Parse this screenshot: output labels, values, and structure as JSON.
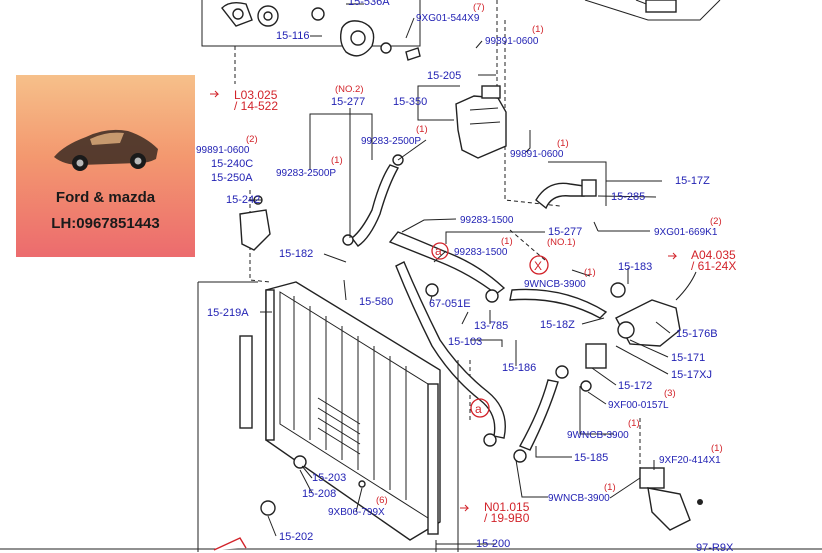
{
  "badge": {
    "line1": "Ford & mazda",
    "line2": "LH:0967851443"
  },
  "colors": {
    "part_number": "#2323b4",
    "quantity": "#d2232a",
    "badge_top": "#f6c08a",
    "badge_bottom": "#ec6b6e"
  },
  "labels": {
    "l_15536a": "15-536A",
    "l_9xg01544x9": "9XG01-544X9",
    "q_7": "(7)",
    "l_15116": "15-116",
    "q_1a": "(1)",
    "l_99891a": "99891-0600",
    "l_15205": "15-205",
    "ref_l03": "L03.025",
    "ref_l03b": "/ 14-522",
    "q_no2": "(NO.2)",
    "l_15277a": "15-277",
    "l_15350": "15-350",
    "q_1b": "(1)",
    "l_99283a": "99283-2500P",
    "q_2a": "(2)",
    "l_99891b": "99891-0600",
    "l_15240c": "15-240C",
    "l_15250a": "15-250A",
    "q_1c": "(1)",
    "l_99283b": "99283-2500P",
    "q_1d": "(1)",
    "l_99891c": "99891-0600",
    "l_1517z": "15-17Z",
    "l_15285": "15-285",
    "l_15242": "15-242",
    "l_99283c": "99283-1500",
    "l_15277b": "15-277",
    "q_no1": "(NO.1)",
    "q_2b": "(2)",
    "l_9xg01669": "9XG01-669K1",
    "q_1e": "(1)",
    "l_99283d": "99283-1500",
    "l_15182a": "15-182",
    "ref_a04": "A04.035",
    "ref_a04b": "/ 61-24X",
    "q_1f": "(1)",
    "l_15183": "15-183",
    "l_9wncb_a": "9WNCB-3900",
    "l_67051e": "67-051E",
    "l_15580": "15-580",
    "l_15219a": "15-219A",
    "l_13785": "13-785",
    "l_1518z": "15-18Z",
    "l_15176b": "15-176B",
    "l_15103": "15-103",
    "l_15186": "15-186",
    "l_15171": "15-171",
    "l_1517xj": "15-17XJ",
    "l_15172": "15-172",
    "q_3": "(3)",
    "l_9xf00": "9XF00-0157L",
    "q_1g": "(1)",
    "l_9wncb_b": "9WNCB-3900",
    "l_15185": "15-185",
    "q_1h": "(1)",
    "l_9xf20": "9XF20-414X1",
    "l_15203": "15-203",
    "l_15208": "15-208",
    "q_6": "(6)",
    "l_9xb06": "9XB06-799X",
    "q_1i": "(1)",
    "l_9wncb_c": "9WNCB-3900",
    "ref_n01": "N01.015",
    "ref_n01b": "/ 19-9B0",
    "l_15202": "15-202",
    "l_15200": "15-200",
    "l_97r9x": "97-R9X",
    "mark_x": "X",
    "mark_a1": "a",
    "mark_a2": "a"
  }
}
